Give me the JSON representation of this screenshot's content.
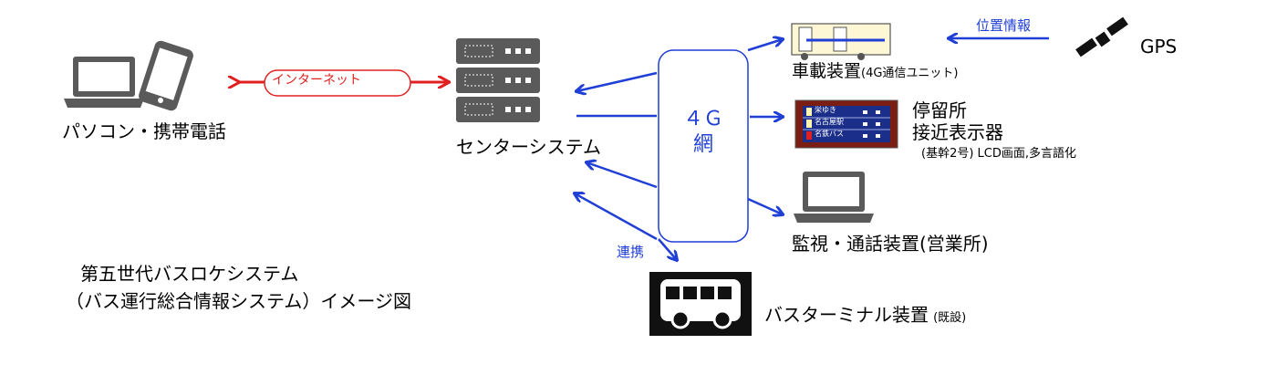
{
  "labels": {
    "pc_phone": "パソコン・携帯電話",
    "internet": "インターネット",
    "center_system": "センターシステム",
    "network_line1": "４Ｇ",
    "network_line2": "網",
    "onboard_main": "車載装置",
    "onboard_sub": "(4G通信ユニット)",
    "position_info": "位置情報",
    "gps": "GPS",
    "stop_display_line1": "停留所",
    "stop_display_line2": "接近表示器",
    "stop_display_note": "(基幹2号) LCD画面,多言語化",
    "monitor": "監視・通話装置(営業所)",
    "cooperation": "連携",
    "terminal_main": "バスターミナル装置",
    "terminal_sub": "(既設)",
    "title_line1": "第五世代バスロケシステム",
    "title_line2": "（バス運行総合情報システム）イメージ図"
  },
  "display_rows": [
    "栄ゆき",
    "名古屋駅",
    "名鉄バス"
  ],
  "colors": {
    "blue_arrow": "#1f3fd6",
    "red_arrow": "#e02020",
    "panel_dark": "#7a1d12",
    "icon_gray": "#5a5a5a"
  },
  "icons": [
    "laptop-icon",
    "smartphone-icon",
    "server-icon",
    "bus-onboard-icon",
    "satellite-icon",
    "display-board-icon",
    "monitor-laptop-icon",
    "bus-icon"
  ]
}
